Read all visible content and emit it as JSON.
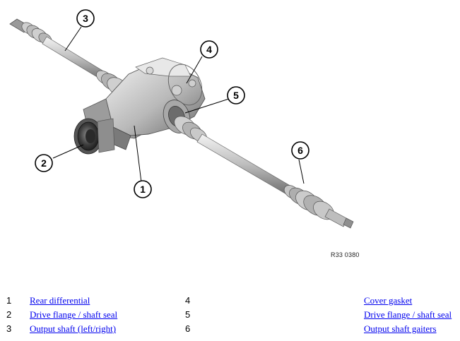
{
  "figure": {
    "code": "R33 0380",
    "callouts": [
      "1",
      "2",
      "3",
      "4",
      "5",
      "6"
    ]
  },
  "legend": [
    {
      "left_num": "1",
      "left_label": "Rear differential",
      "right_num": "4",
      "right_label": "Cover gasket"
    },
    {
      "left_num": "2",
      "left_label": "Drive flange / shaft seal",
      "right_num": "5",
      "right_label": "Drive flange / shaft seal"
    },
    {
      "left_num": "3",
      "left_label": "Output shaft (left/right)",
      "right_num": "6",
      "right_label": "Output shaft gaiters"
    }
  ]
}
